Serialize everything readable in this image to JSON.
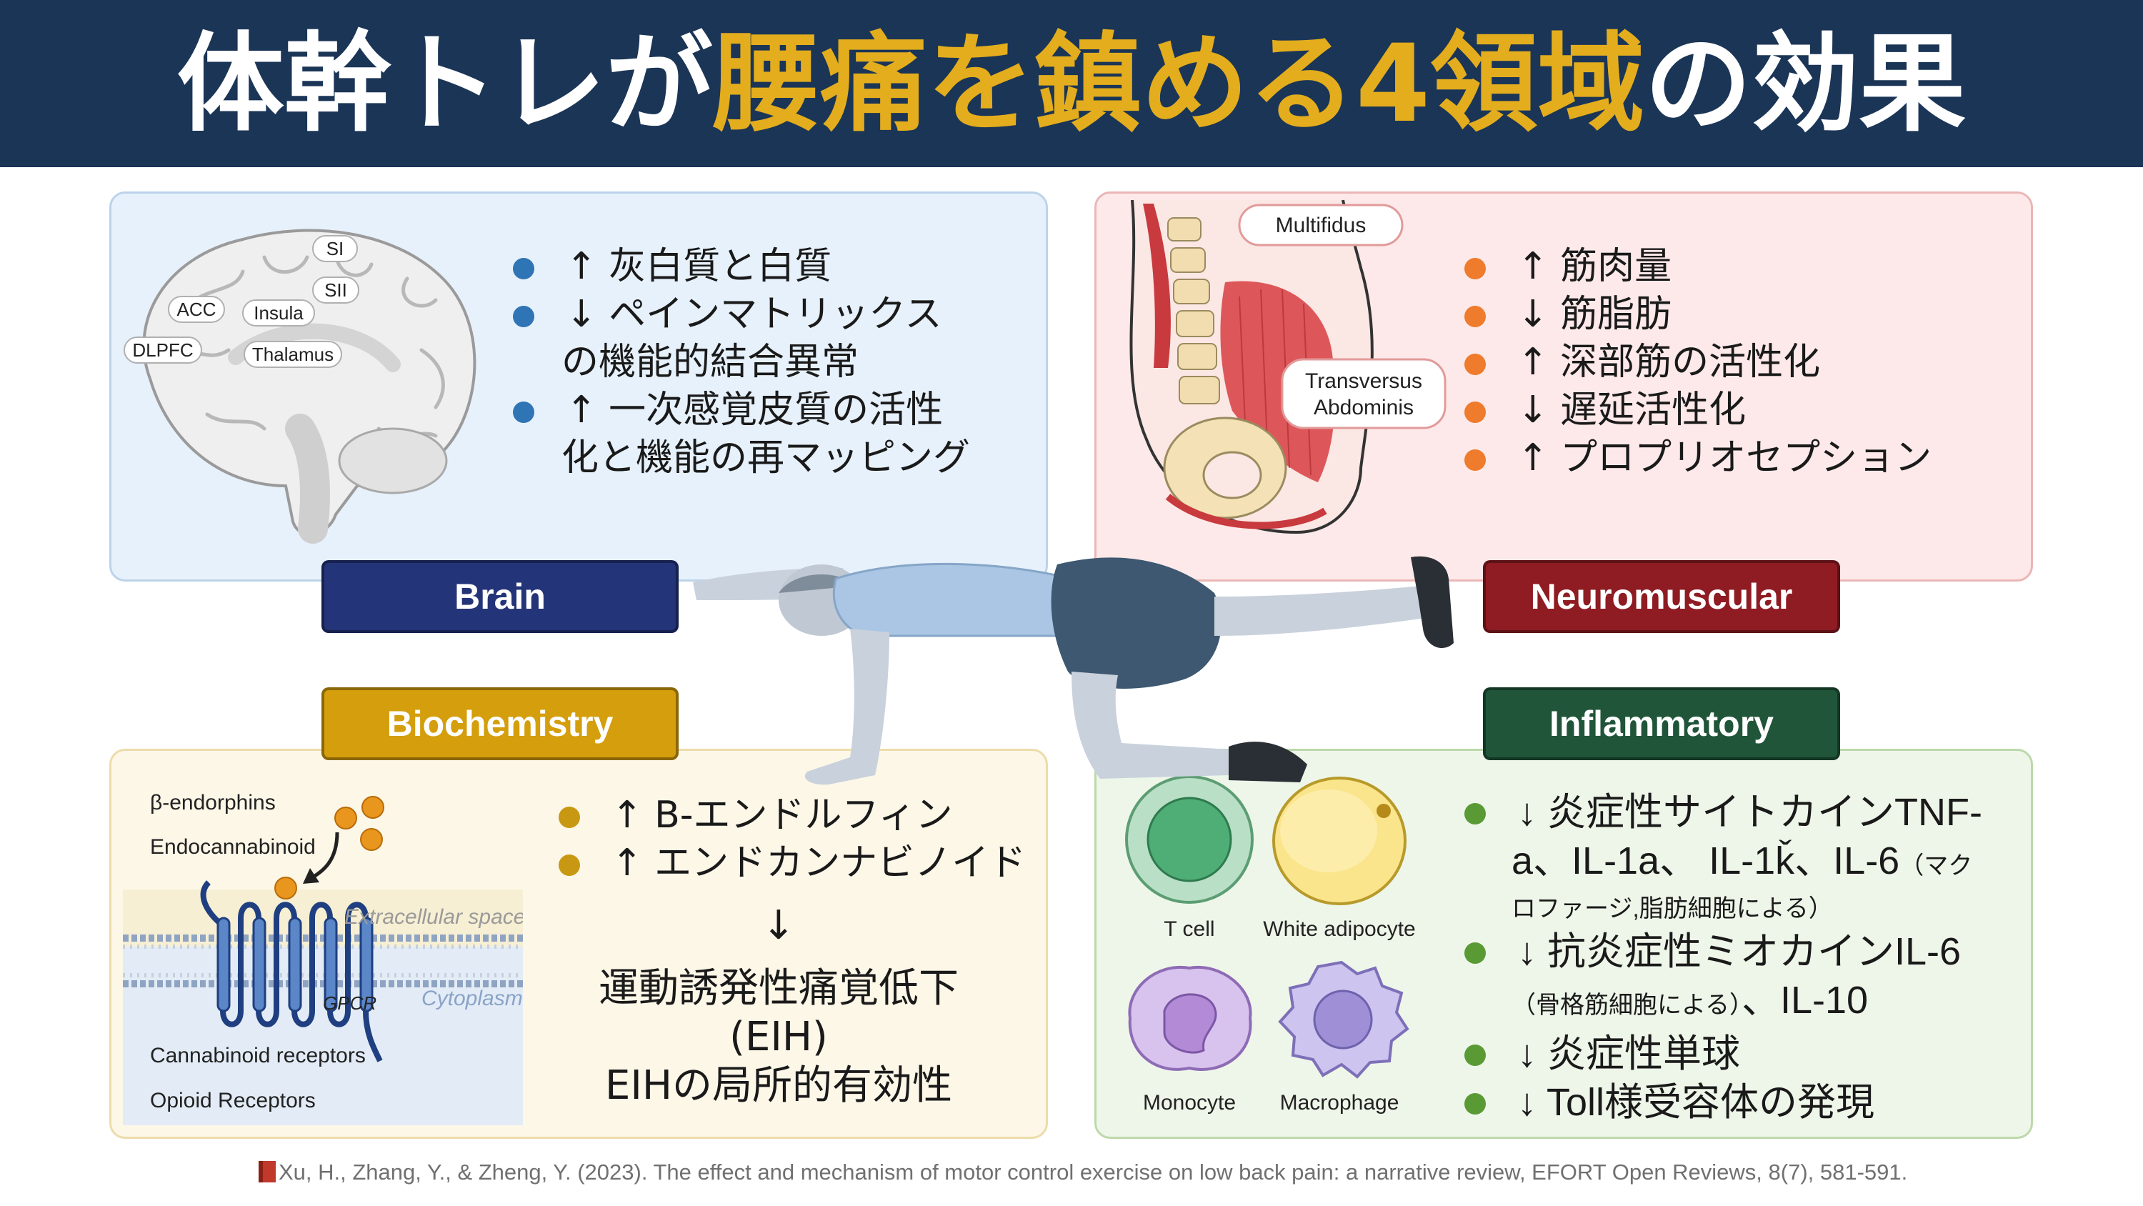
{
  "title": {
    "part1": "体幹トレが",
    "part2": "腰痛を鎮める4領域",
    "part3": "の効果"
  },
  "colors": {
    "header_bg": "#1b3556",
    "title_accent": "#e3ad1d",
    "brain": "#243478",
    "neuromuscular": "#8e1c22",
    "biochemistry": "#d49e0c",
    "inflammatory": "#205539"
  },
  "labels": {
    "brain": "Brain",
    "neuromuscular": "Neuromuscular",
    "biochemistry": "Biochemistry",
    "inflammatory": "Inflammatory"
  },
  "brain": {
    "regions": [
      "SI",
      "SII",
      "ACC",
      "Insula",
      "DLPFC",
      "Thalamus"
    ],
    "items": [
      "↑ 灰白質と白質",
      "↓ ペインマトリックス",
      "の機能的結合異常",
      "↑ 一次感覚皮質の活性",
      "化と機能の再マッピング"
    ]
  },
  "neuromuscular": {
    "muscle_tags": [
      "Multifidus",
      "Transversus",
      "Abdominis"
    ],
    "items": [
      "↑ 筋肉量",
      "↓ 筋脂肪",
      "↑ 深部筋の活性化",
      "↓ 遅延活性化",
      "↑ プロプリオセプション"
    ]
  },
  "biochemistry": {
    "diagram_labels": {
      "beta_endorphins": "β-endorphins",
      "endocannabinoid": "Endocannabinoid",
      "extracellular": "Extracellular space",
      "cytoplasm": "Cytoplasm",
      "gpcr": "GPCR",
      "cannabinoid_receptors": "Cannabinoid receptors",
      "opioid_receptors": "Opioid Receptors"
    },
    "items": [
      "↑ B-エンドルフィン",
      "↑ エンドカンナビノイド"
    ],
    "arrow": "↓",
    "result_line1": "運動誘発性痛覚低下",
    "result_line2": "(EIH)",
    "result_line3": "EIHの局所的有効性"
  },
  "inflammatory": {
    "cells": [
      "T cell",
      "White adipocyte",
      "Monocyte",
      "Macrophage"
    ],
    "item1_line1": "↓ 炎症性サイトカインTNF-",
    "item1_line2": "a、IL-1a、 IL-1ǩ、IL-6",
    "item1_note_a": "（マク",
    "item1_note_b": "ロファージ,脂肪細胞による）",
    "item2_line1": "↓ 抗炎症性ミオカインIL-6",
    "item2_note": "（骨格筋細胞による）",
    "item2_line2": "、IL-10",
    "item3": "↓ 炎症性単球",
    "item4": "↓ Toll様受容体の発現"
  },
  "footer": {
    "citation": "Xu, H., Zhang, Y., & Zheng, Y. (2023). The effect and mechanism of motor control exercise on low back pain: a narrative review, EFORT Open Reviews, 8(7), 581-591."
  }
}
